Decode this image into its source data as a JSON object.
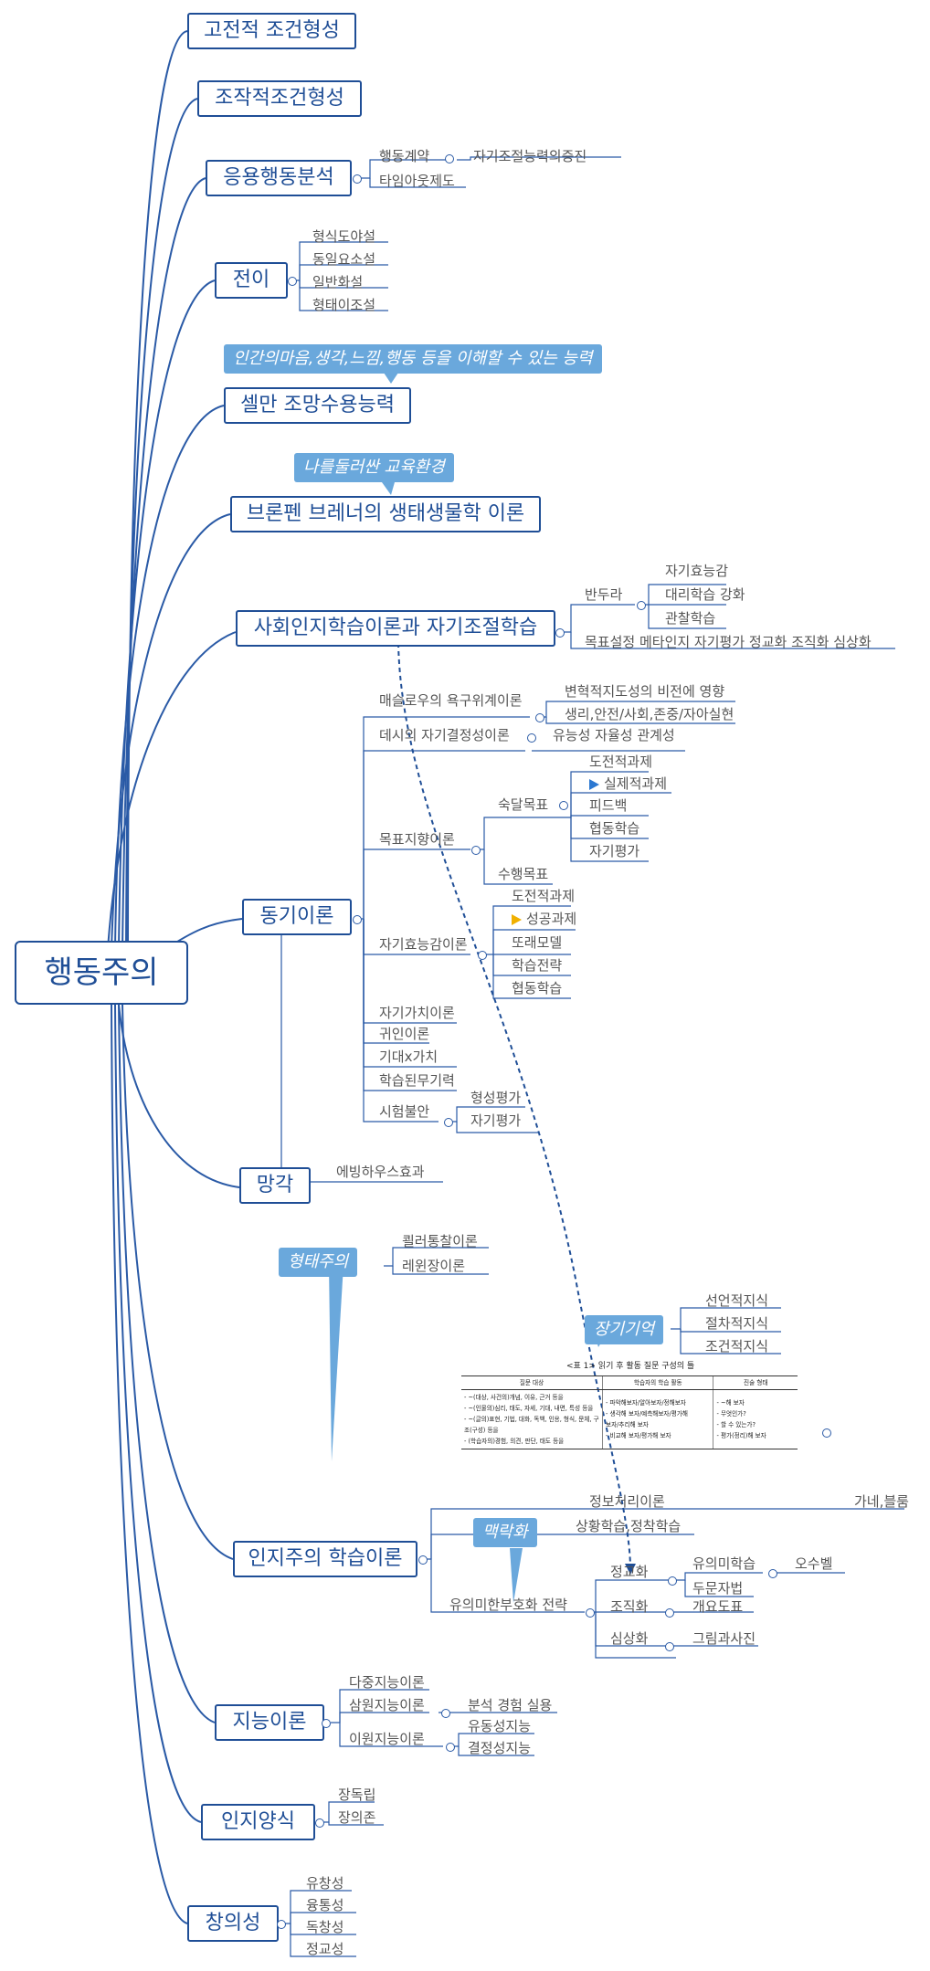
{
  "root": "행동주의",
  "n1": {
    "label": "고전적 조건형성"
  },
  "n2": {
    "label": "조작적조건형성"
  },
  "n3": {
    "label": "응용행동분석",
    "children": [
      "행동계약",
      "타임아웃제도"
    ],
    "sub": "자기조절능력의증진"
  },
  "n4": {
    "label": "전이",
    "children": [
      "형식도야설",
      "동일요소설",
      "일반화설",
      "형태이조설"
    ]
  },
  "n5": {
    "label": "셀만 조망수용능력",
    "callout": "인간의마음,생각,느낌,행동 등을 이해할 수 있는 능력"
  },
  "n6": {
    "label": "브론펜 브레너의 생태생물학 이론",
    "callout": "나를둘러싼 교육환경"
  },
  "n7": {
    "label": "사회인지학습이론과 자기조절학습",
    "c1": "반두라",
    "c1_children": [
      "자기효능감",
      "대리학습 강화",
      "관찰학습"
    ],
    "c2": "목표설정 메타인지 자기평가 정교화 조직화 심상화"
  },
  "n8": {
    "label": "동기이론",
    "maslow": "매슬로우의 욕구위계이론",
    "maslow_children": [
      "변혁적지도성의 비전에 영향",
      "생리,안전/사회,존중/자아실현"
    ],
    "deci": "데시의 자기결정성이론",
    "deci_child": "유능성 자율성 관계성",
    "goal": "목표지향이론",
    "mastery": "숙달목표",
    "mastery_children": [
      "도전적과제",
      "실제적과제",
      "피드백",
      "협동학습",
      "자기평가"
    ],
    "performance": "수행목표",
    "efficacy": "자기효능감이론",
    "efficacy_children": [
      "도전적과제",
      "성공과제",
      "또래모델",
      "학습전략",
      "협동학습"
    ],
    "value": "자기가치이론",
    "attrib": "귀인이론",
    "expect": "기대x가치",
    "helpless": "학습된무기력",
    "anxiety": "시험불안",
    "anxiety_children": [
      "형성평가",
      "자기평가"
    ]
  },
  "n9": {
    "label": "망각",
    "child": "에빙하우스효과"
  },
  "gestalt": {
    "callout": "형태주의",
    "children": [
      "쾰러통찰이론",
      "레윈장이론"
    ]
  },
  "ltm": {
    "callout": "장기기억",
    "children": [
      "선언적지식",
      "절차적지식",
      "조건적지식"
    ]
  },
  "table": {
    "title": "<표 1> 읽기 후 활동 질문 구성의 틀",
    "headers": [
      "질문 대상",
      "학습자의 학습 활동",
      "진술 형태"
    ],
    "col1": [
      "- ~(대상, 사건의)개념, 이유, 근거 등을",
      "- ~(인물의)심리, 태도, 자세, 기대, 내면, 특성 등을",
      "- ~(글의)표현, 기법, 대화, 독백, 인용, 형식, 문체, 구조(구성) 등을",
      "- (학습자의)경험, 의견, 판단, 태도 등을"
    ],
    "col2": [
      "- 파악해보자/알아보자/정해보자",
      "- 생각해 보자/예측해보자/평가해",
      "보자/추리해 보자",
      "- 비교해 보자/평가해 보자"
    ],
    "col3": [
      "- ~해 보자",
      "- 무엇인가?",
      "- 할 수 있는가?",
      "- 평가(정리)해 보자"
    ]
  },
  "n10": {
    "label": "인지주의 학습이론",
    "info": "정보처리이론",
    "far": "가네,블룸",
    "situated": "상황학습,정착학습",
    "context_callout": "맥락화",
    "strategy": "유의미한부호화 전략",
    "elab": "정교화",
    "elab_children": [
      "유의미학습",
      "두문자법"
    ],
    "ausubel": "오수벨",
    "org": "조직화",
    "org_child": "개요도표",
    "imag": "심상화",
    "imag_child": "그림과사진"
  },
  "n11": {
    "label": "지능이론",
    "multi": "다중지능이론",
    "triarchic": "삼원지능이론",
    "triarchic_child": "분석 경험 실용",
    "two": "이원지능이론",
    "two_children": [
      "유동성지능",
      "결정성지능"
    ]
  },
  "n12": {
    "label": "인지양식",
    "children": [
      "장독립",
      "장의존"
    ]
  },
  "n13": {
    "label": "창의성",
    "children": [
      "유창성",
      "융통성",
      "독창성",
      "정교성"
    ]
  }
}
